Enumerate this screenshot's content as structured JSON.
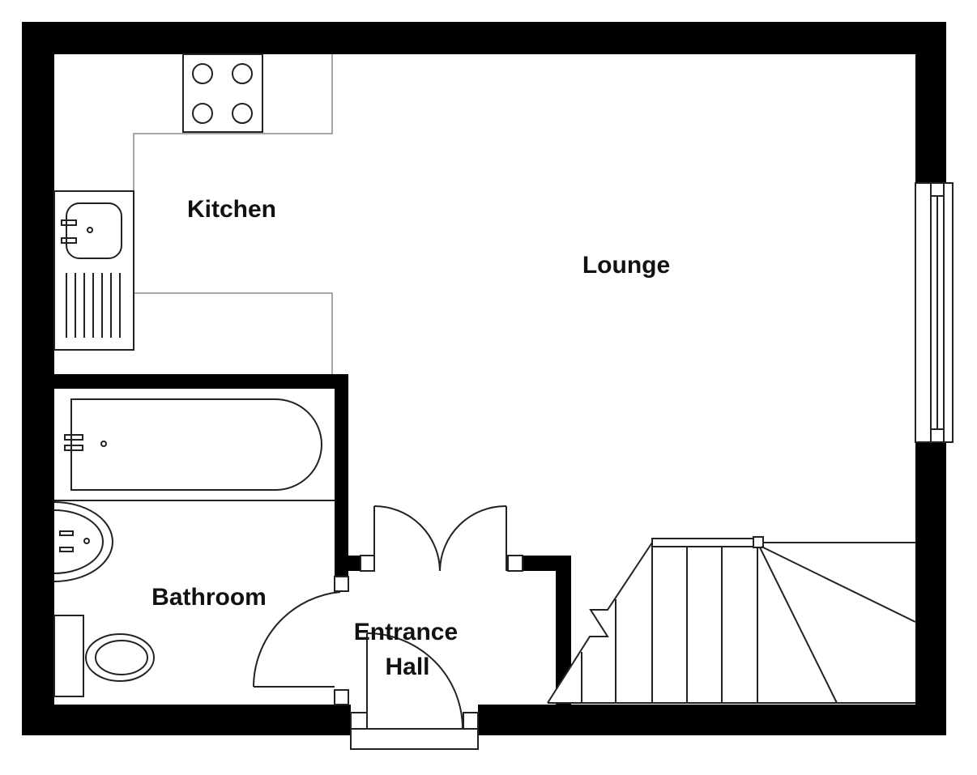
{
  "plan": {
    "rooms": {
      "kitchen": "Kitchen",
      "lounge": "Lounge",
      "bathroom": "Bathroom",
      "entrance_line1": "Entrance",
      "entrance_line2": "Hall"
    },
    "colors": {
      "wall": "#000000",
      "line": "#222222",
      "background": "#ffffff"
    }
  }
}
